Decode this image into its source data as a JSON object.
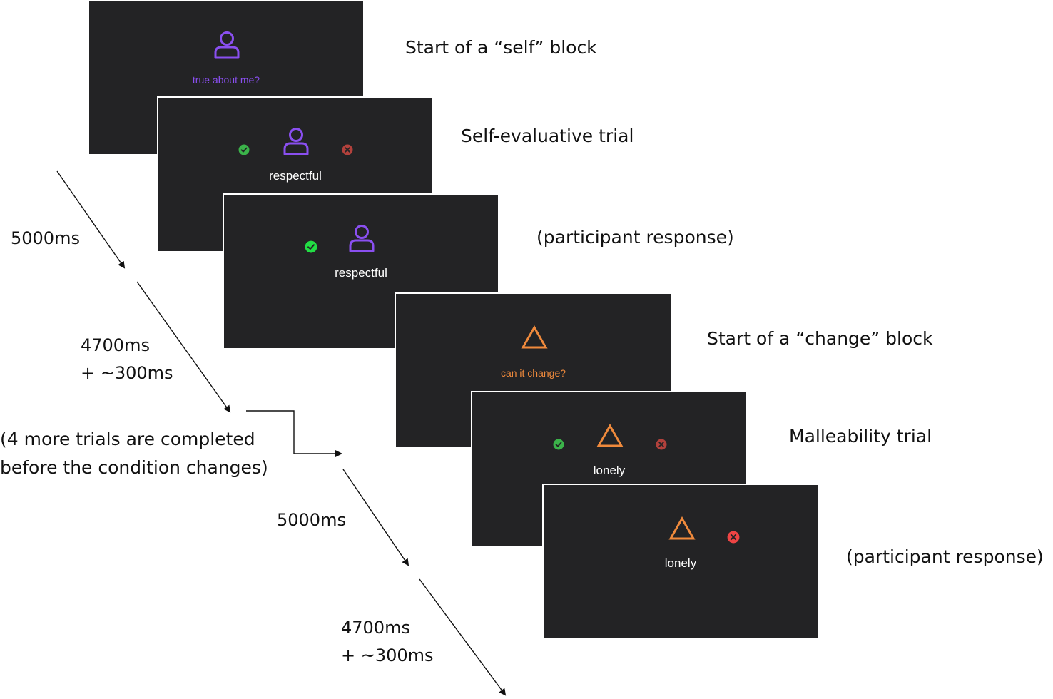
{
  "colors": {
    "screen_bg": "#232325",
    "self_purple": "#8a4ff0",
    "change_orange": "#f08a3c",
    "check_green": "#3bb34a",
    "check_green_bright": "#22dd44",
    "cross_red": "#b2413c",
    "cross_red_bright": "#ee4444"
  },
  "screens": [
    {
      "prompt": "true about me?",
      "word": "",
      "icon": "person-icon",
      "label": "Start of a “self” block"
    },
    {
      "prompt": "",
      "word": "respectful",
      "icon": "person-icon",
      "label": "Self-evaluative  trial"
    },
    {
      "prompt": "",
      "word": "respectful",
      "icon": "person-icon",
      "label": "(participant response)"
    },
    {
      "prompt": "can it change?",
      "word": "",
      "icon": "triangle-icon",
      "label": "Start of a “change” block"
    },
    {
      "prompt": "",
      "word": "lonely",
      "icon": "triangle-icon",
      "label": "Malleability trial"
    },
    {
      "prompt": "",
      "word": "lonely",
      "icon": "triangle-icon",
      "label": "(participant response)"
    }
  ],
  "timings": {
    "t1": "5000ms",
    "t2_line1": "4700ms",
    "t2_line2": "+ ~300ms",
    "t3": "5000ms",
    "t4_line1": "4700ms",
    "t4_line2": "+ ~300ms"
  },
  "note": {
    "line1": "(4 more trials are completed",
    "line2": "before the condition changes)"
  }
}
